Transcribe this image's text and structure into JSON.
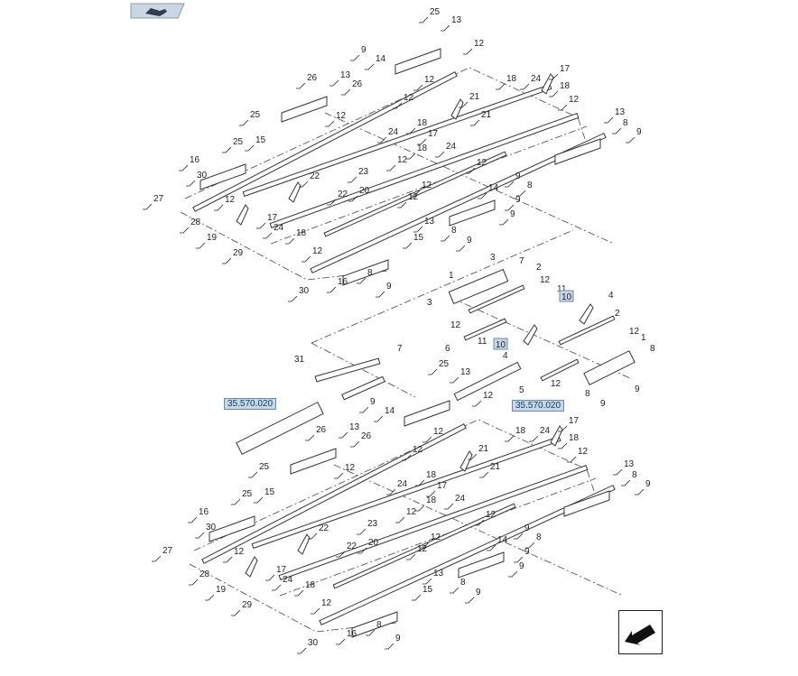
{
  "header": {
    "icon": "hand-pointer-icon"
  },
  "footer": {
    "icon": "navigate-back-arrow-icon"
  },
  "references": [
    "35.570.020",
    "35.570.020"
  ],
  "middle_callouts": [
    "3",
    "7",
    "2",
    "1",
    "12",
    "11",
    "10",
    "3",
    "4",
    "12",
    "2",
    "11",
    "10",
    "6",
    "4",
    "12",
    "1",
    "8",
    "5",
    "12",
    "8",
    "9",
    "9",
    "7",
    "31"
  ],
  "upper_callouts": [
    "25",
    "13",
    "12",
    "9",
    "14",
    "26",
    "13",
    "26",
    "12",
    "12",
    "18",
    "24",
    "17",
    "18",
    "12",
    "21",
    "25",
    "12",
    "18",
    "21",
    "13",
    "8",
    "9",
    "15",
    "24",
    "18",
    "17",
    "24",
    "12",
    "25",
    "16",
    "30",
    "22",
    "23",
    "12",
    "9",
    "8",
    "14",
    "20",
    "22",
    "12",
    "9",
    "12",
    "27",
    "12",
    "13",
    "9",
    "17",
    "24",
    "18",
    "28",
    "12",
    "19",
    "8",
    "9",
    "15",
    "29",
    "16",
    "8",
    "9",
    "30"
  ],
  "lower_callouts": [
    "25",
    "13",
    "12",
    "9",
    "14",
    "26",
    "13",
    "26",
    "12",
    "12",
    "18",
    "24",
    "17",
    "18",
    "12",
    "21",
    "25",
    "12",
    "18",
    "21",
    "13",
    "8",
    "9",
    "15",
    "24",
    "18",
    "17",
    "24",
    "12",
    "25",
    "16",
    "30",
    "22",
    "23",
    "12",
    "9",
    "8",
    "14",
    "20",
    "22",
    "12",
    "9",
    "12",
    "27",
    "12",
    "13",
    "9",
    "17",
    "24",
    "18",
    "28",
    "12",
    "19",
    "8",
    "9",
    "15",
    "29",
    "16",
    "8",
    "9",
    "30"
  ]
}
